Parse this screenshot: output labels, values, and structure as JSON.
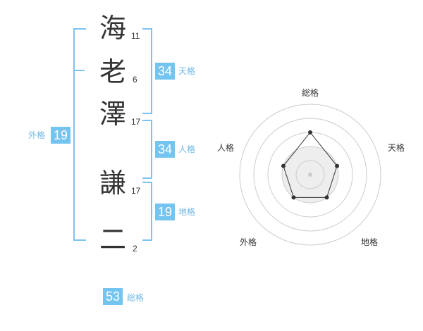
{
  "name": [
    {
      "char": "海",
      "strokes": "11"
    },
    {
      "char": "老",
      "strokes": "6"
    },
    {
      "char": "澤",
      "strokes": "17"
    },
    {
      "char": "謙",
      "strokes": "17"
    },
    {
      "char": "二",
      "strokes": "2"
    }
  ],
  "kaku": {
    "tenkaku": {
      "value": "34",
      "label": "天格"
    },
    "jinkaku": {
      "value": "34",
      "label": "人格"
    },
    "chikaku": {
      "value": "19",
      "label": "地格"
    },
    "gaikaku": {
      "value": "19",
      "label": "外格"
    },
    "soukaku": {
      "value": "53",
      "label": "総格"
    }
  },
  "radar": {
    "labels": {
      "top": "総格",
      "right": "天格",
      "bottom_right": "地格",
      "bottom_left": "外格",
      "left": "人格"
    },
    "levels": [
      3,
      2,
      2,
      2,
      2
    ],
    "max_level": 5,
    "colors": {
      "ring": "#cccccc",
      "fill": "#eeeeee",
      "line": "#333333",
      "point": "#333333",
      "center": "#cccccc"
    }
  },
  "colors": {
    "accent": "#74c4f0"
  }
}
